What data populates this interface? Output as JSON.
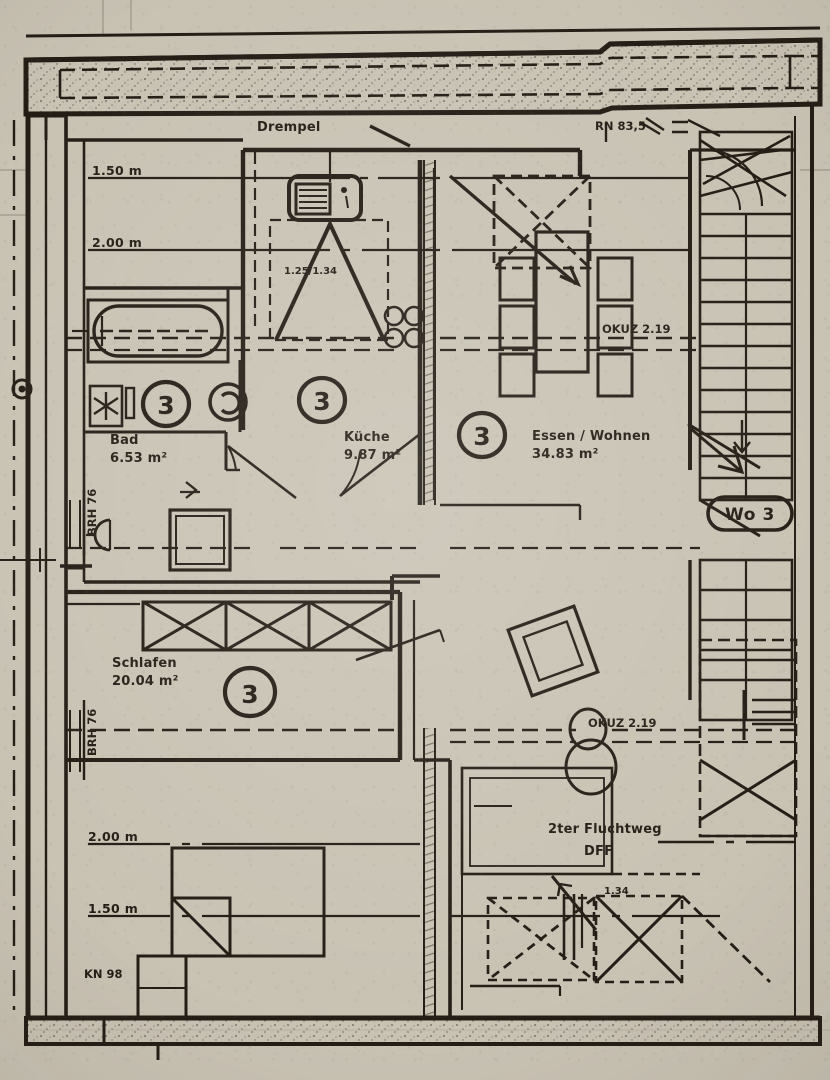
{
  "document": {
    "kind": "architectural-floor-plan",
    "title": "Drempel",
    "unit_badge": "Wo 3",
    "paper_color": "#c9c3b4",
    "ink_color": "#241d16"
  },
  "rooms": [
    {
      "id": "bad",
      "name": "Bad",
      "area": "6.53 m²",
      "marker": "3"
    },
    {
      "id": "kueche",
      "name": "Küche",
      "area": "9.87 m²",
      "marker": "3"
    },
    {
      "id": "essen",
      "name": "Essen / Wohnen",
      "area": "34.83 m²",
      "marker": "3"
    },
    {
      "id": "schlafen",
      "name": "Schlafen",
      "area": "20.04 m²",
      "marker": "3"
    }
  ],
  "annotations": {
    "drempel": "Drempel",
    "rn": "RN 83,5",
    "kn": "KN 98",
    "okuz_top": "OKUZ 2.19",
    "okuz_bottom": "OKUZ 2.19",
    "fluchtweg": "2ter Fluchtweg",
    "dff": "DFF",
    "brh_upper": "BRH 76",
    "brh_lower": "BRH 76",
    "kitchen_window": "1.25/1.34",
    "dormer_mark": "1.34"
  },
  "dimension_lines": {
    "top_left_150": "1.50 m",
    "top_left_200": "2.00 m",
    "bottom_left_200": "2.00 m",
    "bottom_left_150": "1.50 m"
  },
  "markers": {
    "door_swing": "door-swing-arc",
    "wc": "wc-fixture",
    "bathtub": "bathtub-fixture",
    "sink": "sink-fixture",
    "stove": "stove-fixture",
    "stair": "staircase",
    "wardrobe": "wardrobe-closet",
    "dining_table": "dining-table",
    "chairs": "chair",
    "bed": "bed"
  }
}
